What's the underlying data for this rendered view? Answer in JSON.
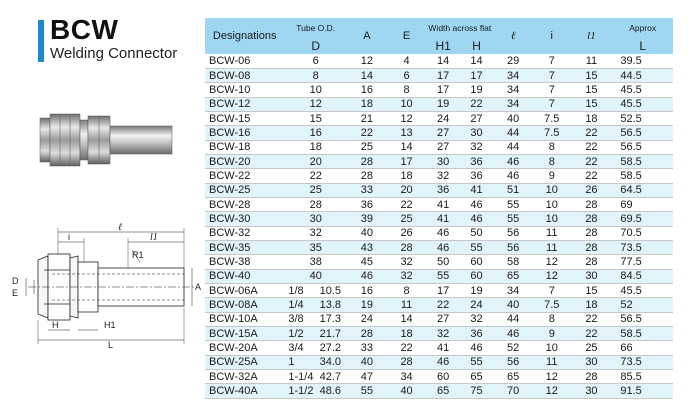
{
  "header": {
    "title": "BCW",
    "subtitle": "Welding Connector",
    "accent_color": "#1e88c8"
  },
  "drawing": {
    "labels": {
      "l": "ℓ",
      "i": "i",
      "l1": "l1",
      "R1": "R1",
      "D": "D",
      "E": "E",
      "A": "A",
      "H": "H",
      "H1": "H1",
      "L": "L"
    }
  },
  "table": {
    "header_color": "#9fd7f2",
    "stripe_color": "#e1f3fb",
    "headers": {
      "designations": "Designations",
      "tube_od": "Tube O.D.",
      "d": "D",
      "a": "A",
      "e": "E",
      "width_across_flat": "Width across flat",
      "h1": "H1",
      "h": "H",
      "l": "ℓ",
      "i": "i",
      "l1": "l1",
      "approx": "Approx",
      "L": "L"
    },
    "rows_metric": [
      [
        "BCW-06",
        "6",
        "12",
        "4",
        "14",
        "14",
        "29",
        "7",
        "11",
        "39.5"
      ],
      [
        "BCW-08",
        "8",
        "14",
        "6",
        "17",
        "17",
        "34",
        "7",
        "15",
        "44.5"
      ],
      [
        "BCW-10",
        "10",
        "16",
        "8",
        "17",
        "19",
        "34",
        "7",
        "15",
        "45.5"
      ],
      [
        "BCW-12",
        "12",
        "18",
        "10",
        "19",
        "22",
        "34",
        "7",
        "15",
        "45.5"
      ],
      [
        "BCW-15",
        "15",
        "21",
        "12",
        "24",
        "27",
        "40",
        "7.5",
        "18",
        "52.5"
      ],
      [
        "BCW-16",
        "16",
        "22",
        "13",
        "27",
        "30",
        "44",
        "7.5",
        "22",
        "56.5"
      ],
      [
        "BCW-18",
        "18",
        "25",
        "14",
        "27",
        "32",
        "44",
        "8",
        "22",
        "56.5"
      ],
      [
        "BCW-20",
        "20",
        "28",
        "17",
        "30",
        "36",
        "46",
        "8",
        "22",
        "58.5"
      ],
      [
        "BCW-22",
        "22",
        "28",
        "18",
        "32",
        "36",
        "46",
        "9",
        "22",
        "58.5"
      ],
      [
        "BCW-25",
        "25",
        "33",
        "20",
        "36",
        "41",
        "51",
        "10",
        "26",
        "64.5"
      ],
      [
        "BCW-28",
        "28",
        "36",
        "22",
        "41",
        "46",
        "55",
        "10",
        "28",
        "69"
      ],
      [
        "BCW-30",
        "30",
        "39",
        "25",
        "41",
        "46",
        "55",
        "10",
        "28",
        "69.5"
      ],
      [
        "BCW-32",
        "32",
        "40",
        "26",
        "46",
        "50",
        "56",
        "11",
        "28",
        "70.5"
      ],
      [
        "BCW-35",
        "35",
        "43",
        "28",
        "46",
        "55",
        "56",
        "11",
        "28",
        "73.5"
      ],
      [
        "BCW-38",
        "38",
        "45",
        "32",
        "50",
        "60",
        "58",
        "12",
        "28",
        "77.5"
      ],
      [
        "BCW-40",
        "40",
        "46",
        "32",
        "55",
        "60",
        "65",
        "12",
        "30",
        "84.5"
      ]
    ],
    "rows_inch": [
      [
        "BCW-06A",
        "1/8",
        "10.5",
        "16",
        "8",
        "17",
        "19",
        "34",
        "7",
        "15",
        "45.5"
      ],
      [
        "BCW-08A",
        "1/4",
        "13.8",
        "19",
        "11",
        "22",
        "24",
        "40",
        "7.5",
        "18",
        "52"
      ],
      [
        "BCW-10A",
        "3/8",
        "17.3",
        "24",
        "14",
        "27",
        "32",
        "44",
        "8",
        "22",
        "56.5"
      ],
      [
        "BCW-15A",
        "1/2",
        "21.7",
        "28",
        "18",
        "32",
        "36",
        "46",
        "9",
        "22",
        "58.5"
      ],
      [
        "BCW-20A",
        "3/4",
        "27.2",
        "33",
        "22",
        "41",
        "46",
        "52",
        "10",
        "25",
        "66"
      ],
      [
        "BCW-25A",
        "1",
        "34.0",
        "40",
        "28",
        "46",
        "55",
        "56",
        "11",
        "30",
        "73.5"
      ],
      [
        "BCW-32A",
        "1-1/4",
        "42.7",
        "47",
        "34",
        "60",
        "65",
        "65",
        "12",
        "28",
        "85.5"
      ],
      [
        "BCW-40A",
        "1-1/2",
        "48.6",
        "55",
        "40",
        "65",
        "75",
        "70",
        "12",
        "30",
        "91.5"
      ]
    ]
  }
}
